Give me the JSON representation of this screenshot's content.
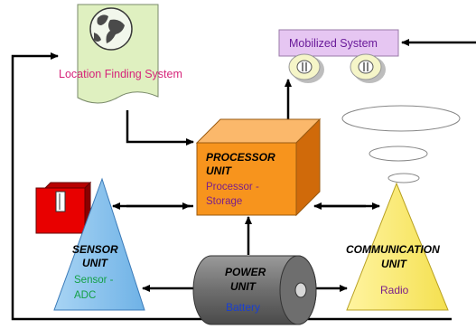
{
  "location": {
    "label": "Location Finding System"
  },
  "mobilized": {
    "label": "Mobilized System"
  },
  "processor": {
    "title_line1": "PROCESSOR",
    "title_line2": "UNIT",
    "sub_line1": "Processor -",
    "sub_line2": "Storage"
  },
  "sensor": {
    "title_line1": "SENSOR",
    "title_line2": "UNIT",
    "sub_line1": "Sensor -",
    "sub_line2": "ADC"
  },
  "power": {
    "title_line1": "POWER",
    "title_line2": "UNIT",
    "sub": "Battery"
  },
  "communication": {
    "title_line1": "COMMUNICATION",
    "title_line2": "UNIT",
    "sub": "Radio"
  },
  "colors": {
    "location_fill": "#dff0c0",
    "mobilized_fill": "#e6c6f2",
    "processor_front": "#f7941d",
    "processor_top": "#fbb86b",
    "processor_side": "#d06a0a",
    "sensor_fill": "#8ec6f0",
    "power_fill": "#7a7a7a",
    "comm_fill": "#fff07a",
    "pink_text": "#d6247a",
    "purple_text": "#6a1b9a",
    "green_text": "#14a046",
    "blue_text": "#1a3fd0",
    "arrow": "#000000"
  }
}
